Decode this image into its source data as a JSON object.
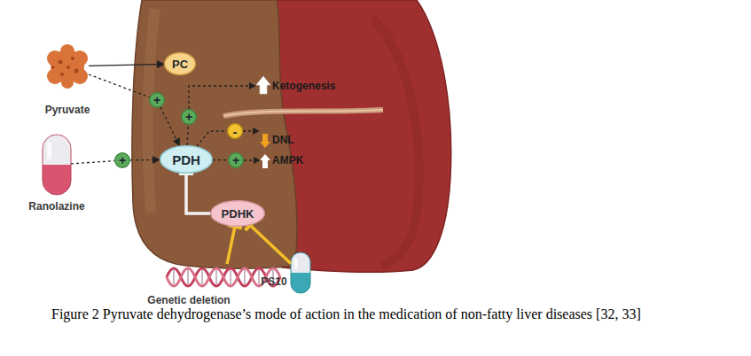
{
  "diagram": {
    "caption": "Figure 2 Pyruvate dehydrogenase’s mode of action in the medication of non-fatty liver diseases [32, 33]",
    "nodes": [
      {
        "text": [
          "Pyruvate"
        ]
      },
      {
        "text": [
          "Ranolazine"
        ]
      },
      {
        "text": [
          "PC"
        ]
      },
      {
        "text": [
          "PDH"
        ]
      },
      {
        "text": [
          "PDHK"
        ]
      },
      {
        "text": [
          "+"
        ]
      },
      {
        "text": [
          "+"
        ]
      },
      {
        "text": [
          "+"
        ]
      },
      {
        "text": [
          "-"
        ]
      },
      {
        "text": [
          "+"
        ]
      },
      {
        "text": [
          "PS10"
        ]
      },
      {
        "text": [
          "Genetic deletion"
        ]
      }
    ],
    "edges": [
      {
        "from": 0,
        "to": 2,
        "arrow": "to"
      },
      {
        "from": 0,
        "to": 5,
        "arrow": "none"
      },
      {
        "from": 5,
        "to": 3,
        "arrow": "to"
      },
      {
        "from": 1,
        "to": 7,
        "arrow": "none"
      },
      {
        "from": 7,
        "to": 3,
        "arrow": "to"
      },
      {
        "from": 4,
        "to": 3,
        "arrow": "to"
      },
      {
        "from": 11,
        "to": 4,
        "arrow": "to"
      },
      {
        "from": 10,
        "to": 4,
        "arrow": "to"
      },
      {
        "from": 3,
        "to": 6,
        "arrow": "none"
      },
      {
        "from": 3,
        "to": 8,
        "arrow": "none"
      },
      {
        "from": 3,
        "to": 9,
        "arrow": "none"
      }
    ],
    "labels": [
      "Ketogenesis",
      "DNL",
      "AMPK"
    ]
  }
}
